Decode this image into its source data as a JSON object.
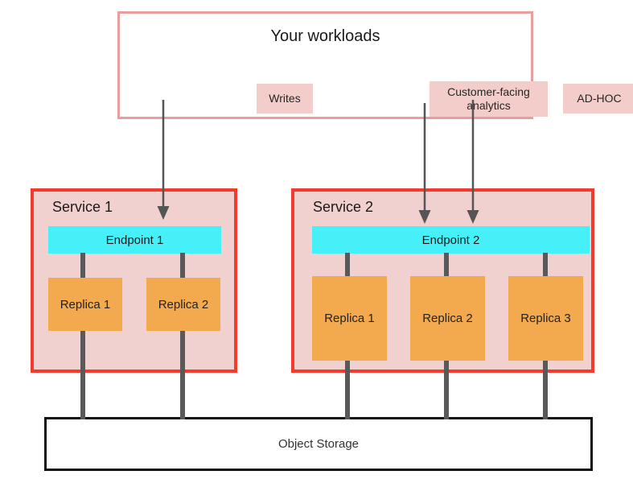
{
  "colors": {
    "workloads_border": "#e89e9e",
    "workload_box_fill": "#f2cdca",
    "service_border": "#f43b2b",
    "service_fill": "#f1d0d0",
    "endpoint_fill": "#46f0f8",
    "replica_fill": "#f3a94d",
    "connector": "#595959",
    "arrow": "#555555",
    "storage_border": "#121212",
    "text": "#1f1f1f"
  },
  "workloads": {
    "title": "Your workloads",
    "items": [
      {
        "label": "Writes"
      },
      {
        "label": "Customer-facing analytics"
      },
      {
        "label": "AD-HOC"
      }
    ]
  },
  "services": [
    {
      "title": "Service 1",
      "endpoint": "Endpoint 1",
      "replicas": [
        "Replica 1",
        "Replica 2"
      ]
    },
    {
      "title": "Service 2",
      "endpoint": "Endpoint 2",
      "replicas": [
        "Replica 1",
        "Replica 2",
        "Replica 3"
      ]
    }
  ],
  "storage": {
    "label": "Object Storage"
  }
}
